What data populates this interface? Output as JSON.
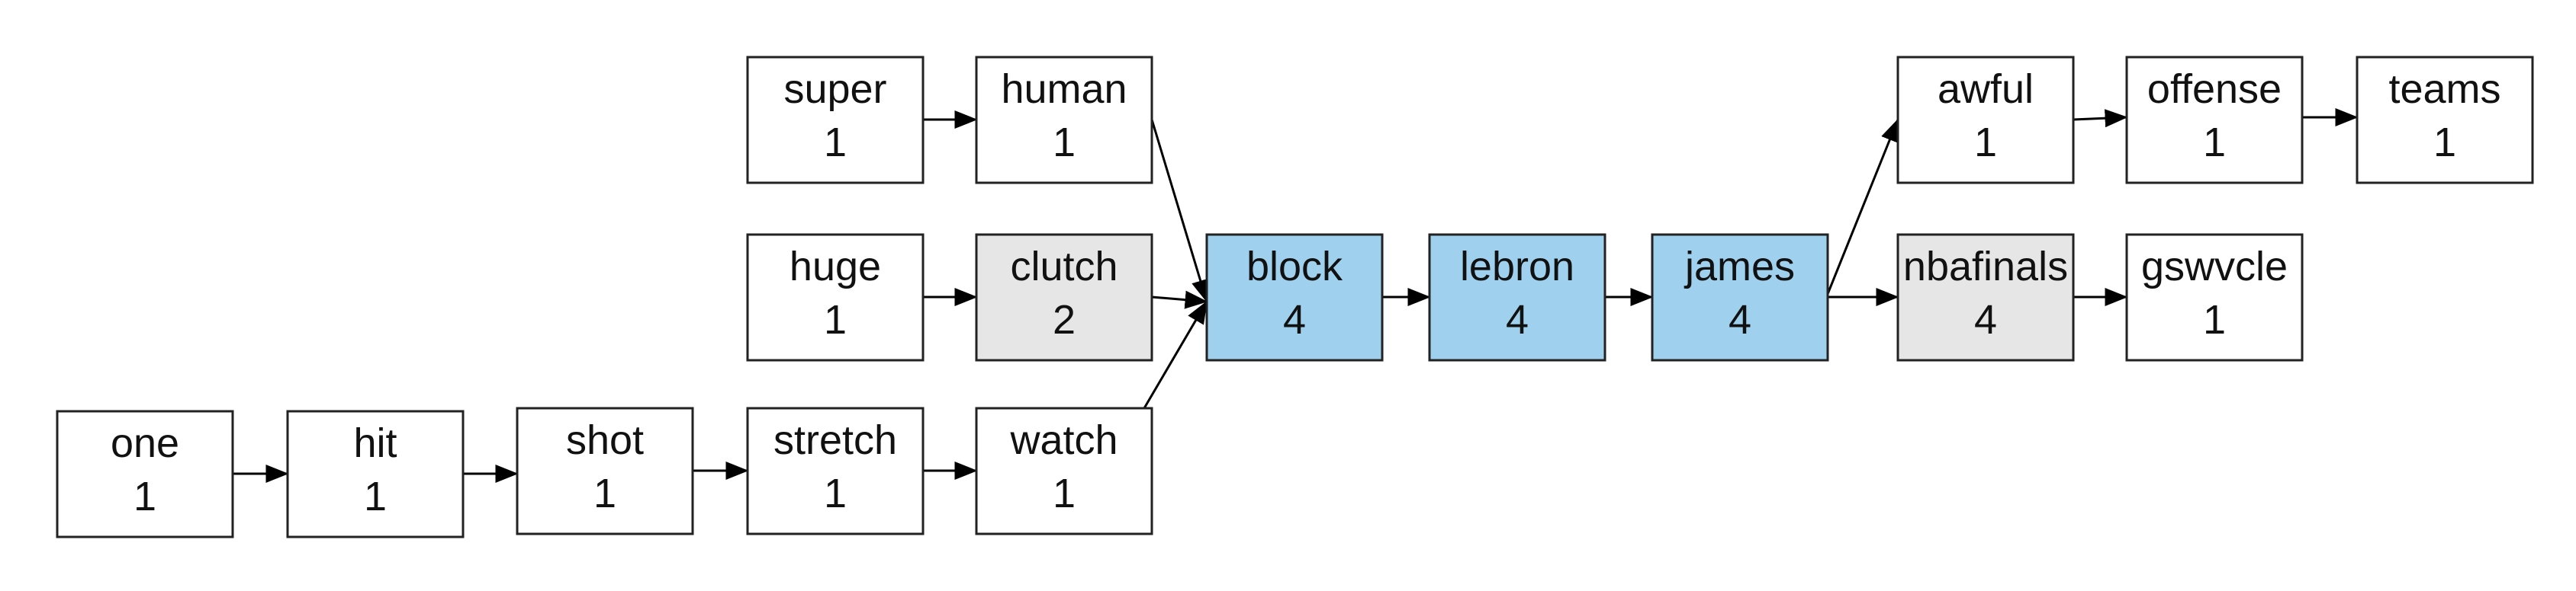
{
  "colors": {
    "default": "#ffffff",
    "gray": "#e6e6e6",
    "blue": "#9fd1ef"
  },
  "nodes": [
    {
      "id": "super",
      "word": "super",
      "count": "1",
      "fill": "default"
    },
    {
      "id": "human",
      "word": "human",
      "count": "1",
      "fill": "default"
    },
    {
      "id": "huge",
      "word": "huge",
      "count": "1",
      "fill": "default"
    },
    {
      "id": "clutch",
      "word": "clutch",
      "count": "2",
      "fill": "gray"
    },
    {
      "id": "one",
      "word": "one",
      "count": "1",
      "fill": "default"
    },
    {
      "id": "hit",
      "word": "hit",
      "count": "1",
      "fill": "default"
    },
    {
      "id": "shot",
      "word": "shot",
      "count": "1",
      "fill": "default"
    },
    {
      "id": "stretch",
      "word": "stretch",
      "count": "1",
      "fill": "default"
    },
    {
      "id": "watch",
      "word": "watch",
      "count": "1",
      "fill": "default"
    },
    {
      "id": "block",
      "word": "block",
      "count": "4",
      "fill": "blue"
    },
    {
      "id": "lebron",
      "word": "lebron",
      "count": "4",
      "fill": "blue"
    },
    {
      "id": "james",
      "word": "james",
      "count": "4",
      "fill": "blue"
    },
    {
      "id": "awful",
      "word": "awful",
      "count": "1",
      "fill": "default"
    },
    {
      "id": "offense",
      "word": "offense",
      "count": "1",
      "fill": "default"
    },
    {
      "id": "teams",
      "word": "teams",
      "count": "1",
      "fill": "default"
    },
    {
      "id": "nbafinals",
      "word": "nbafinals",
      "count": "4",
      "fill": "gray"
    },
    {
      "id": "gswvcle",
      "word": "gswvcle",
      "count": "1",
      "fill": "default"
    }
  ],
  "edges": [
    {
      "from": "super",
      "to": "human"
    },
    {
      "from": "human",
      "to": "block"
    },
    {
      "from": "huge",
      "to": "clutch"
    },
    {
      "from": "clutch",
      "to": "block"
    },
    {
      "from": "one",
      "to": "hit"
    },
    {
      "from": "hit",
      "to": "shot"
    },
    {
      "from": "shot",
      "to": "stretch"
    },
    {
      "from": "stretch",
      "to": "watch"
    },
    {
      "from": "watch",
      "to": "block"
    },
    {
      "from": "block",
      "to": "lebron"
    },
    {
      "from": "lebron",
      "to": "james"
    },
    {
      "from": "james",
      "to": "awful"
    },
    {
      "from": "james",
      "to": "nbafinals"
    },
    {
      "from": "awful",
      "to": "offense"
    },
    {
      "from": "offense",
      "to": "teams"
    },
    {
      "from": "nbafinals",
      "to": "gswvcle"
    }
  ]
}
